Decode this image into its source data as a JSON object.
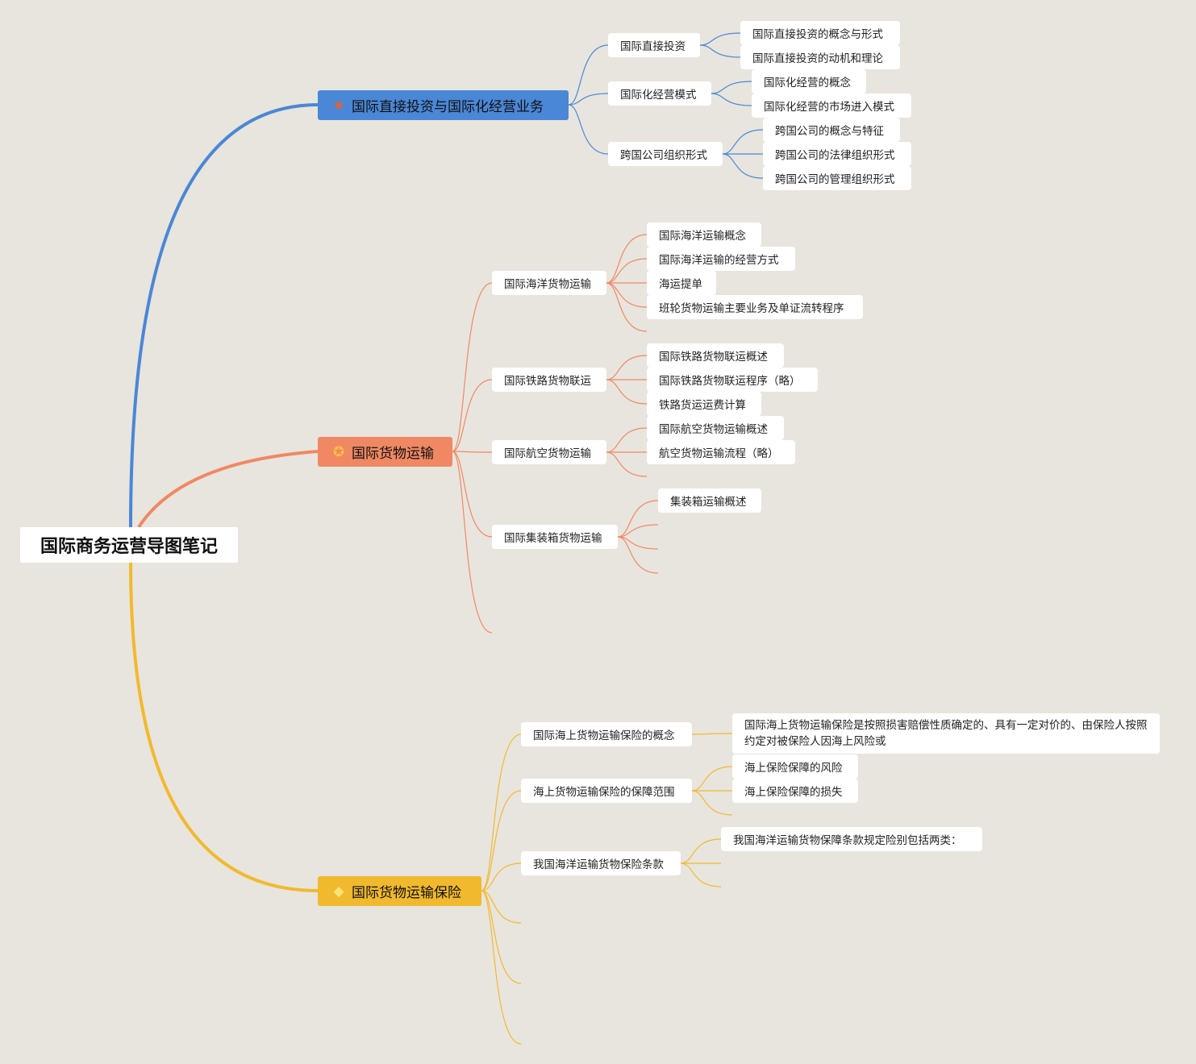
{
  "root": {
    "label": "国际商务运营导图笔记"
  },
  "branches": [
    {
      "label": "国际直接投资与国际化经营业务",
      "icon": "star-icon",
      "color": "#4a87d6",
      "iconColor": "#e8602c",
      "children": [
        {
          "label": "国际直接投资",
          "children": [
            "国际直接投资的概念与形式",
            "国际直接投资的动机和理论"
          ]
        },
        {
          "label": "国际化经营模式",
          "children": [
            "国际化经营的概念",
            "国际化经营的市场进入模式"
          ]
        },
        {
          "label": "跨国公司组织形式",
          "children": [
            "跨国公司的概念与特征",
            "跨国公司的法律组织形式",
            "跨国公司的管理组织形式"
          ]
        }
      ]
    },
    {
      "label": "国际货物运输",
      "icon": "award-icon",
      "color": "#f08864",
      "iconColor": "#f7c23c",
      "children": [
        {
          "label": "国际海洋货物运输",
          "children": [
            "国际海洋运输概念",
            "国际海洋运输的经营方式",
            "海运提单",
            "班轮货物运输主要业务及单证流转程序"
          ]
        },
        {
          "label": "国际铁路货物联运",
          "children": [
            "国际铁路货物联运概述",
            "国际铁路货物联运程序（略）",
            "铁路货运运费计算"
          ]
        },
        {
          "label": "国际航空货物运输",
          "children": [
            "国际航空货物运输概述",
            "航空货物运输流程（略）"
          ]
        },
        {
          "label": "国际集装箱货物运输",
          "children": [
            "集装箱运输概述"
          ]
        }
      ]
    },
    {
      "label": "国际货物运输保险",
      "icon": "diamond-icon",
      "color": "#f1b92e",
      "iconColor": "#fbe37a",
      "children": [
        {
          "label": "国际海上货物运输保险的概念",
          "children": [
            "国际海上货物运输保险是按照损害赔偿性质确定的、具有一定对价的、由保险人按照约定对被保险人因海上风险或"
          ]
        },
        {
          "label": "海上货物运输保险的保障范围",
          "children": [
            "海上保险保障的风险",
            "海上保险保障的损失"
          ]
        },
        {
          "label": "我国海洋运输货物保险条款",
          "children": [
            "我国海洋运输货物保障条款规定险别包括两类："
          ]
        }
      ]
    }
  ]
}
